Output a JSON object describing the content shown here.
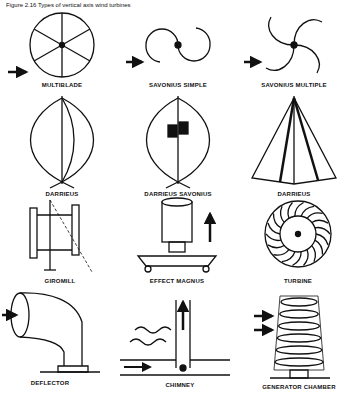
{
  "diagram": {
    "title": "Figure 2.16 Types of vertical axis wind turbines",
    "labels": [
      "MULTIBLADE",
      "SAVONIUS SIMPLE",
      "SAVONIUS MULTIPLE",
      "DARRIEUS",
      "DARRIEUS SAVONIUS",
      "DARRIEUS",
      "GIROMILL",
      "EFFECT MAGNUS",
      "TURBINE",
      "DEFLECTOR",
      "CHIMNEY",
      "GENERATOR CHAMBER"
    ]
  }
}
